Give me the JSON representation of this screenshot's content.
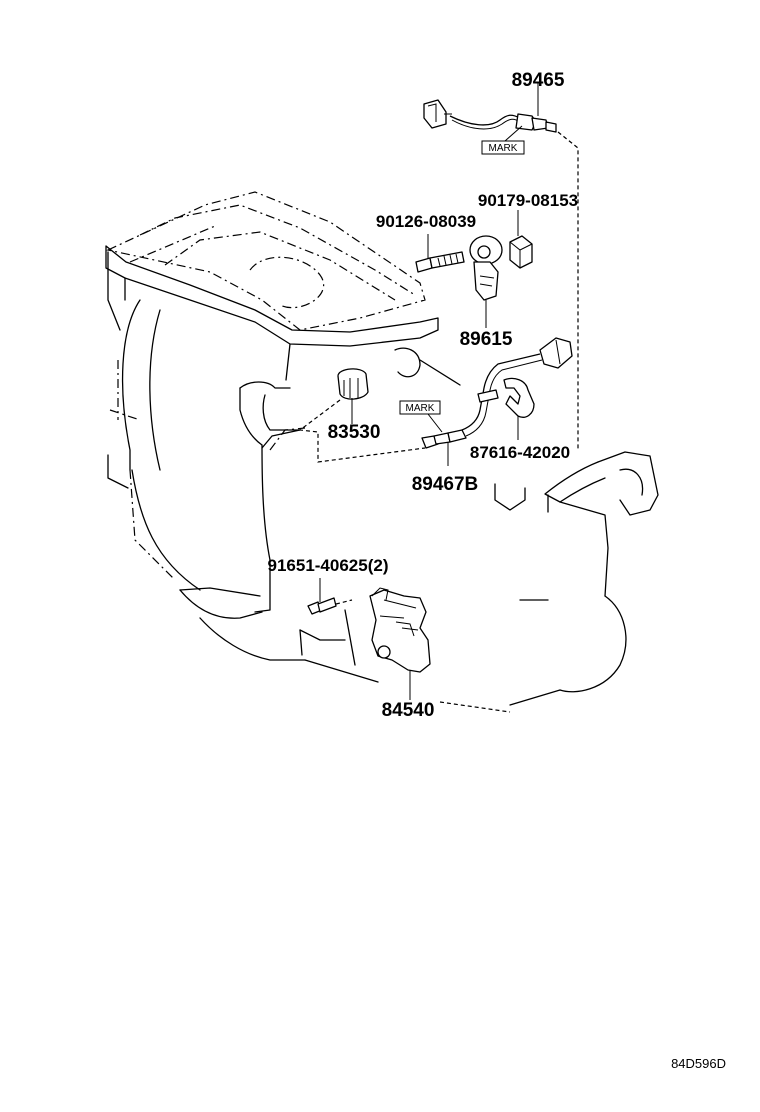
{
  "diagram": {
    "part_numbers": {
      "p89465": "89465",
      "p90179": "90179-08153",
      "p90126": "90126-08039",
      "p89615": "89615",
      "p83530": "83530",
      "p87616": "87616-42020",
      "p89467B": "89467B",
      "p91651": "91651-40625(2)",
      "p84540": "84540"
    },
    "marks": {
      "upper": "MARK",
      "lower": "MARK"
    },
    "illustration_code": "84D596D"
  }
}
